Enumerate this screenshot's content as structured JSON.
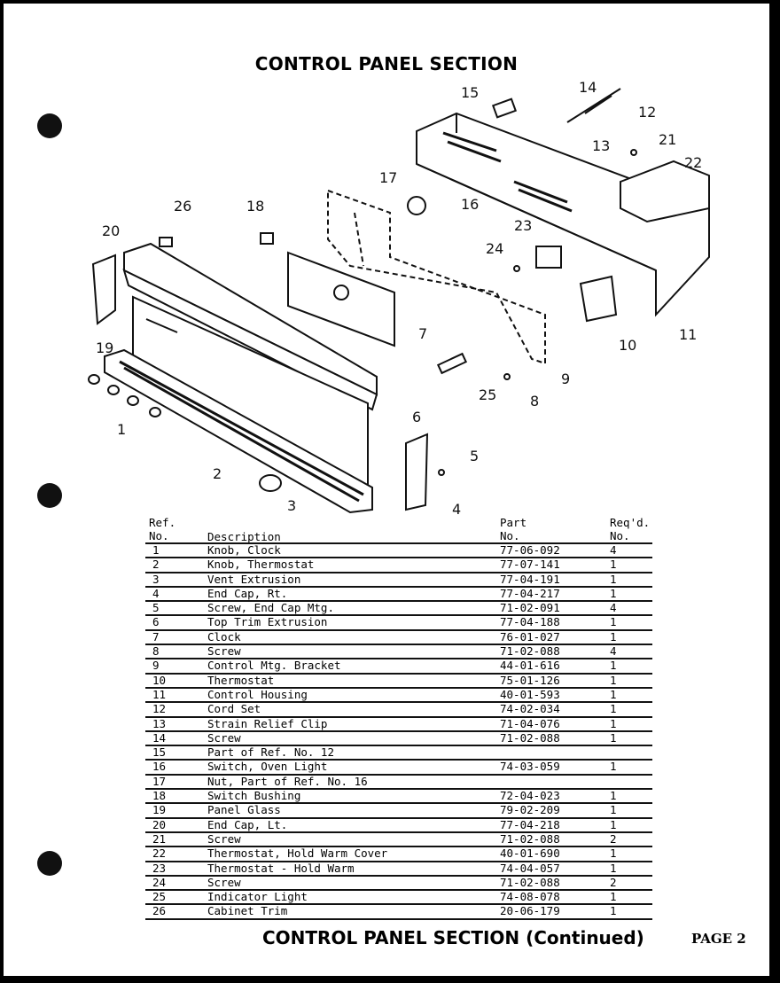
{
  "title": "CONTROL PANEL SECTION",
  "footer": {
    "title": "CONTROL PANEL SECTION (Continued)",
    "page": "PAGE 2"
  },
  "diagram": {
    "callouts": [
      "15",
      "14",
      "12",
      "13",
      "21",
      "22",
      "17",
      "26",
      "18",
      "16",
      "23",
      "20",
      "24",
      "7",
      "19",
      "10",
      "11",
      "9",
      "25",
      "8",
      "1",
      "6",
      "5",
      "2",
      "3",
      "4"
    ]
  },
  "table": {
    "headers": {
      "ref": "Ref.\nNo.",
      "description": "Description",
      "part": "Part\nNo.",
      "req": "Req'd.\nNo."
    },
    "rows": [
      {
        "ref": "1",
        "description": "Knob, Clock",
        "part": "77-06-092",
        "req": "4"
      },
      {
        "ref": "2",
        "description": "Knob, Thermostat",
        "part": "77-07-141",
        "req": "1"
      },
      {
        "ref": "3",
        "description": "Vent Extrusion",
        "part": "77-04-191",
        "req": "1"
      },
      {
        "ref": "4",
        "description": "End Cap, Rt.",
        "part": "77-04-217",
        "req": "1"
      },
      {
        "ref": "5",
        "description": "Screw, End Cap Mtg.",
        "part": "71-02-091",
        "req": "4"
      },
      {
        "ref": "6",
        "description": "Top Trim Extrusion",
        "part": "77-04-188",
        "req": "1"
      },
      {
        "ref": "7",
        "description": "Clock",
        "part": "76-01-027",
        "req": "1"
      },
      {
        "ref": "8",
        "description": "Screw",
        "part": "71-02-088",
        "req": "4"
      },
      {
        "ref": "9",
        "description": "Control Mtg. Bracket",
        "part": "44-01-616",
        "req": "1"
      },
      {
        "ref": "10",
        "description": "Thermostat",
        "part": "75-01-126",
        "req": "1"
      },
      {
        "ref": "11",
        "description": "Control Housing",
        "part": "40-01-593",
        "req": "1"
      },
      {
        "ref": "12",
        "description": "Cord Set",
        "part": "74-02-034",
        "req": "1"
      },
      {
        "ref": "13",
        "description": "Strain Relief Clip",
        "part": "71-04-076",
        "req": "1"
      },
      {
        "ref": "14",
        "description": "Screw",
        "part": "71-02-088",
        "req": "1"
      },
      {
        "ref": "15",
        "description": "Part of Ref. No. 12",
        "part": "",
        "req": ""
      },
      {
        "ref": "16",
        "description": "Switch, Oven Light",
        "part": "74-03-059",
        "req": "1"
      },
      {
        "ref": "17",
        "description": "Nut, Part of Ref. No. 16",
        "part": "",
        "req": ""
      },
      {
        "ref": "18",
        "description": "Switch Bushing",
        "part": "72-04-023",
        "req": "1"
      },
      {
        "ref": "19",
        "description": "Panel Glass",
        "part": "79-02-209",
        "req": "1"
      },
      {
        "ref": "20",
        "description": "End Cap, Lt.",
        "part": "77-04-218",
        "req": "1"
      },
      {
        "ref": "21",
        "description": "Screw",
        "part": "71-02-088",
        "req": "2"
      },
      {
        "ref": "22",
        "description": "Thermostat, Hold Warm Cover",
        "part": "40-01-690",
        "req": "1"
      },
      {
        "ref": "23",
        "description": "Thermostat - Hold Warm",
        "part": "74-04-057",
        "req": "1"
      },
      {
        "ref": "24",
        "description": "Screw",
        "part": "71-02-088",
        "req": "2"
      },
      {
        "ref": "25",
        "description": "Indicator Light",
        "part": "74-08-078",
        "req": "1"
      },
      {
        "ref": "26",
        "description": "Cabinet Trim",
        "part": "20-06-179",
        "req": "1"
      }
    ]
  }
}
